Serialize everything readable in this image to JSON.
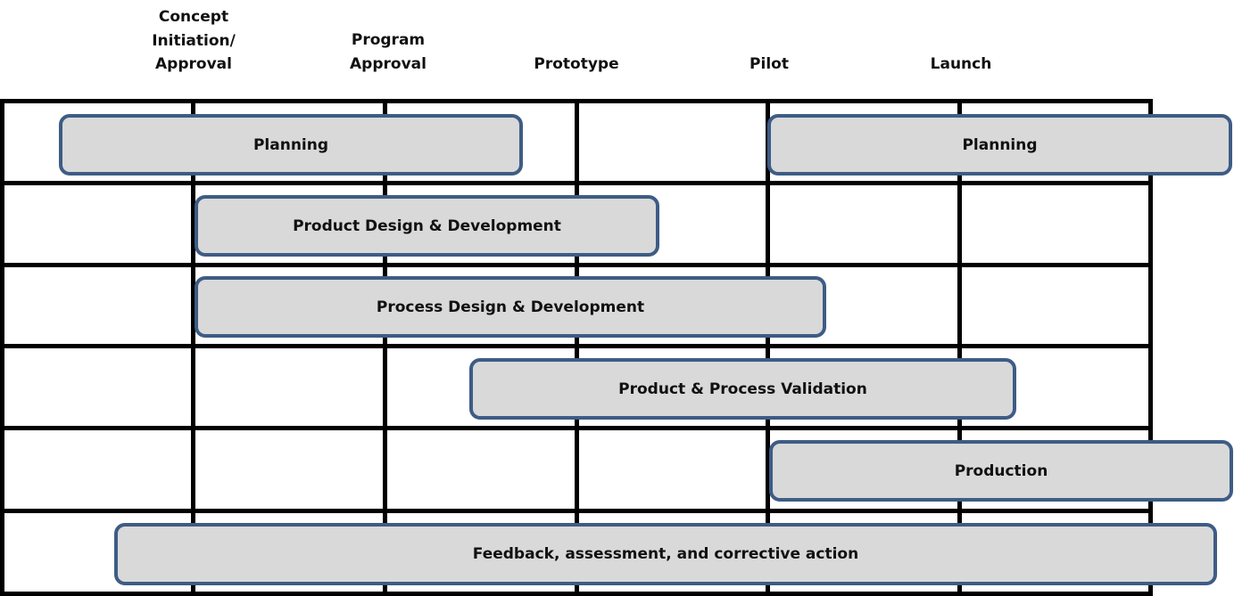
{
  "phases": [
    {
      "label": "Concept\nInitiation/\nApproval"
    },
    {
      "label": "Program\nApproval"
    },
    {
      "label": "Prototype"
    },
    {
      "label": "Pilot"
    },
    {
      "label": "Launch"
    }
  ],
  "activities": [
    {
      "label": "Planning"
    },
    {
      "label": "Planning"
    },
    {
      "label": "Product Design & Development"
    },
    {
      "label": "Process Design & Development"
    },
    {
      "label": "Product & Process Validation"
    },
    {
      "label": "Production"
    },
    {
      "label": "Feedback, assessment, and corrective action"
    }
  ],
  "colors": {
    "bar_fill": "#d9d9d9",
    "bar_border": "#3e5c85",
    "grid": "#000000"
  }
}
